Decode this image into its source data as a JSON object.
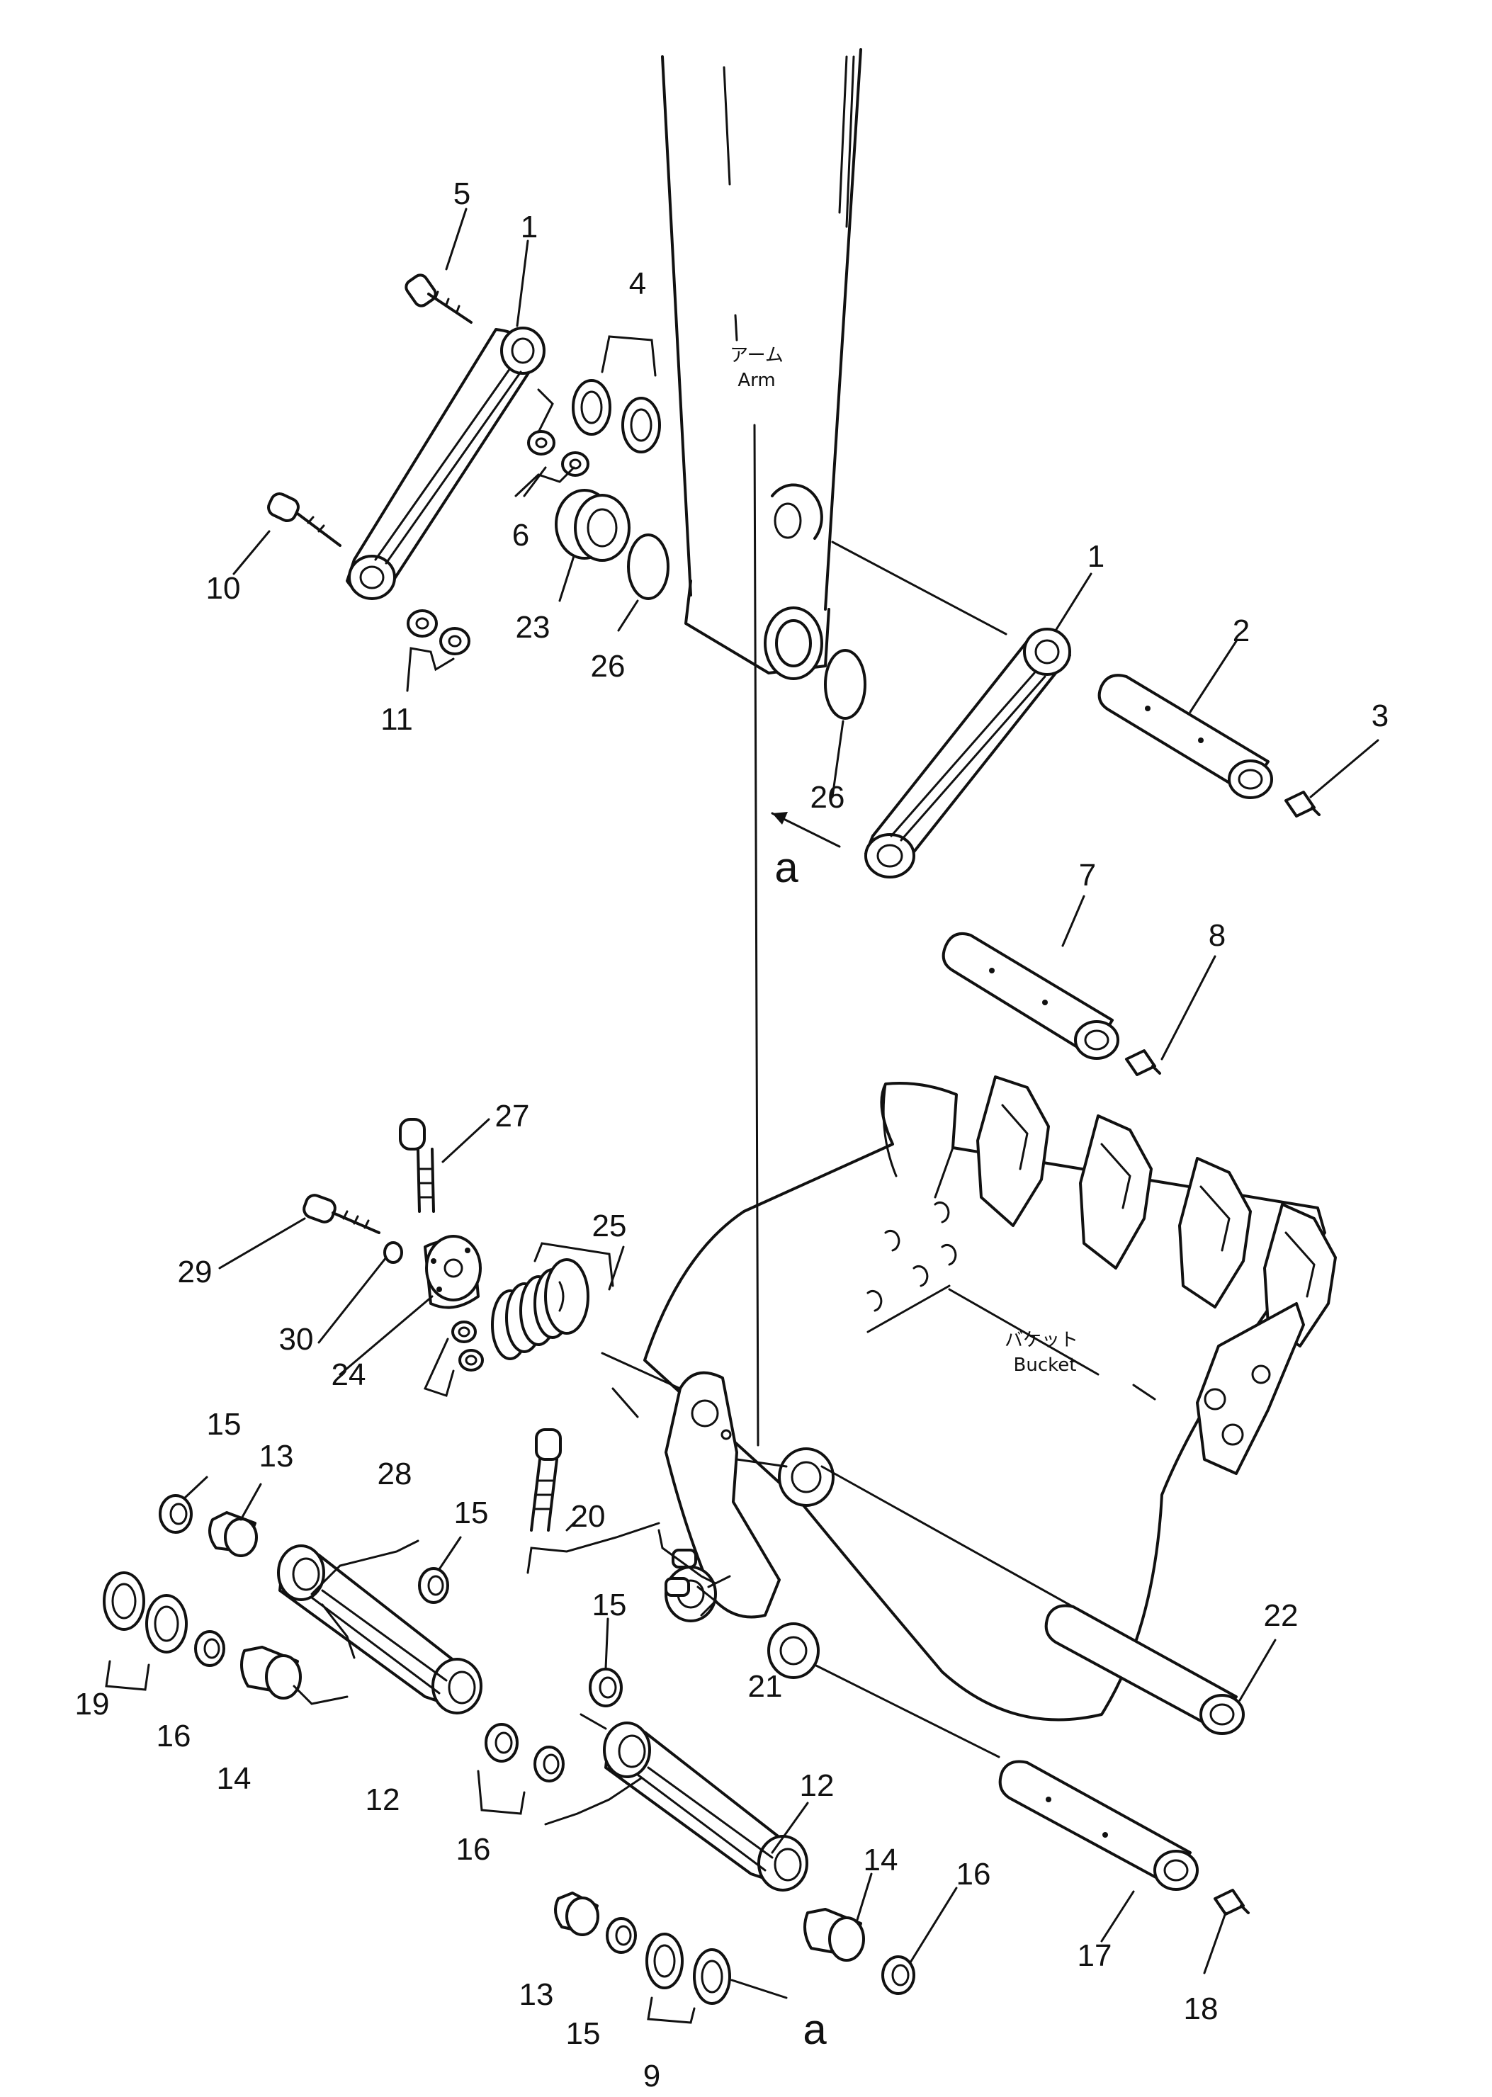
{
  "labels": {
    "p1a": "1",
    "p1b": "1",
    "p2": "2",
    "p3": "3",
    "p4": "4",
    "p5": "5",
    "p6": "6",
    "p7": "7",
    "p8": "8",
    "p9": "9",
    "p10": "10",
    "p11": "11",
    "p12a": "12",
    "p12b": "12",
    "p13a": "13",
    "p13b": "13",
    "p14a": "14",
    "p14b": "14",
    "p15a": "15",
    "p15b": "15",
    "p15c": "15",
    "p15d": "15",
    "p16a": "16",
    "p16b": "16",
    "p16c": "16",
    "p17": "17",
    "p18": "18",
    "p19": "19",
    "p20": "20",
    "p21": "21",
    "p22": "22",
    "p23": "23",
    "p24": "24",
    "p25": "25",
    "p26a": "26",
    "p26b": "26",
    "p27": "27",
    "p28": "28",
    "p29": "29",
    "p30": "30",
    "ref_a_top": "a",
    "ref_a_bottom": "a"
  },
  "captions": {
    "arm_jp": "アーム",
    "arm_en": "Arm",
    "bucket_jp": "バケット",
    "bucket_en": "Bucket"
  }
}
